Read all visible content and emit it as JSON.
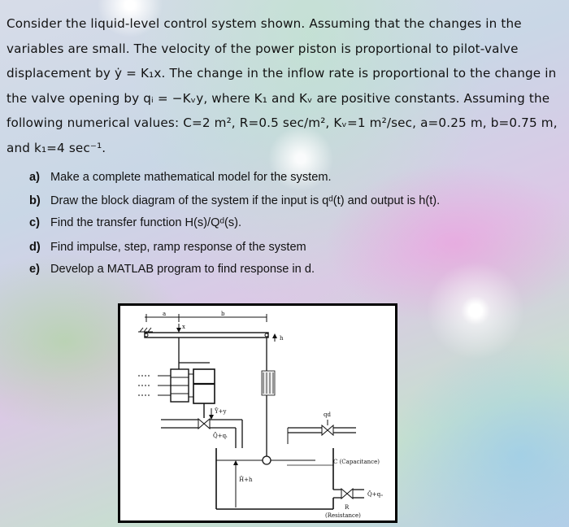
{
  "problem": {
    "line1": "Consider the liquid-level control system shown. Assuming that the changes in the",
    "line2": "variables are small. The velocity of the power piston is proportional to pilot-valve",
    "line3": "displacement by ẏ = K₁x. The change in the inflow rate is proportional to the change in",
    "line4": "the valve opening by qᵢ = −Kᵥy, where K₁ and Kᵥ are positive constants. Assuming the",
    "line5": "following numerical values: C=2 m², R=0.5 sec/m², Kᵥ=1 m²/sec, a=0.25 m, b=0.75 m,",
    "line6": "and k₁=4 sec⁻¹."
  },
  "tasks": [
    {
      "label": "a)",
      "text": "Make a complete mathematical model for the system."
    },
    {
      "label": "b)",
      "text": "Draw the block diagram of the system if the input is qᵈ(t) and output is h(t)."
    },
    {
      "label": "c)",
      "text": "Find the transfer function H(s)/Qᵈ(s)."
    },
    {
      "label": "d)",
      "text": "Find impulse, step, ramp response of the system"
    },
    {
      "label": "e)",
      "text": "Develop a MATLAB program to find response in d."
    }
  ],
  "figure": {
    "label_a": "a",
    "label_b": "b",
    "label_x": "x",
    "label_h": "h",
    "label_y": "Ȳ+y",
    "label_q_in": "Q̄+qᵢ",
    "label_qd": "qd",
    "label_H": "H̄+h",
    "label_capacitance": "C (Capacitance)",
    "label_q_out": "Q̄+qₒ",
    "label_R": "R",
    "label_resistance": "(Resistance)"
  }
}
